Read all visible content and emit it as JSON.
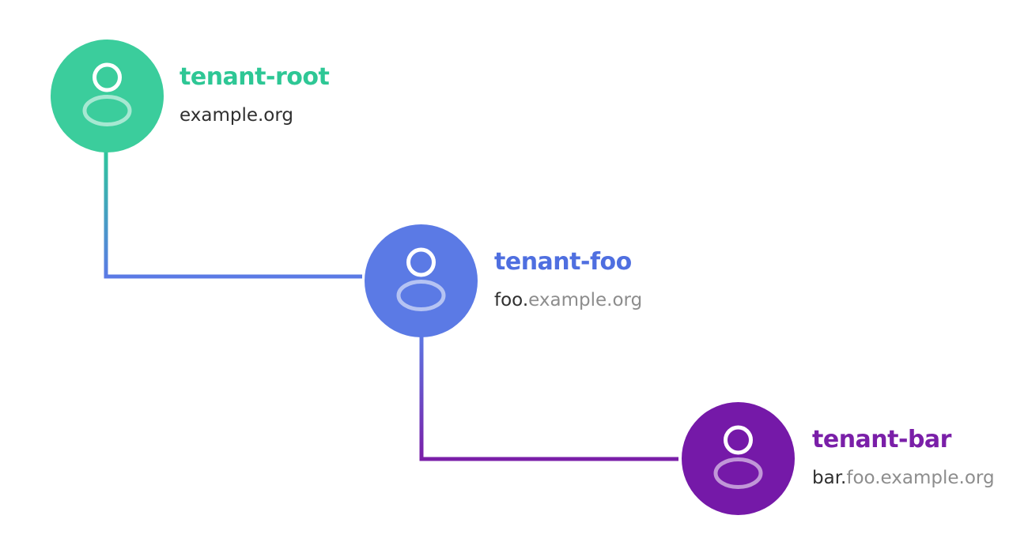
{
  "diagram": {
    "description": "tenant-hierarchy-tree",
    "nodes": [
      {
        "id": "tenant-root",
        "label": "tenant-root",
        "domain_primary": "example.org",
        "domain_muted": "",
        "accent": "#2ec795",
        "circle_color": "#3bcd9c",
        "icon": "user-icon"
      },
      {
        "id": "tenant-foo",
        "label": "tenant-foo",
        "domain_primary": "foo.",
        "domain_muted": "example.org",
        "accent": "#4f6fe0",
        "circle_color": "#5b7ae5",
        "icon": "user-icon"
      },
      {
        "id": "tenant-bar",
        "label": "tenant-bar",
        "domain_primary": "bar.",
        "domain_muted": "foo.example.org",
        "accent": "#7a1fa8",
        "circle_color": "#7519a8",
        "icon": "user-icon"
      }
    ],
    "connections": [
      {
        "from": "tenant-root",
        "to": "tenant-foo",
        "gradient_start": "#2ec79b",
        "gradient_end": "#5b7ae5"
      },
      {
        "from": "tenant-foo",
        "to": "tenant-bar",
        "gradient_start": "#5b7ae5",
        "gradient_end": "#7a1fa8"
      }
    ],
    "icon_colors": {
      "head_stroke": "#ffffff",
      "body_stroke": "rgba(255,255,255,0.55)"
    }
  }
}
